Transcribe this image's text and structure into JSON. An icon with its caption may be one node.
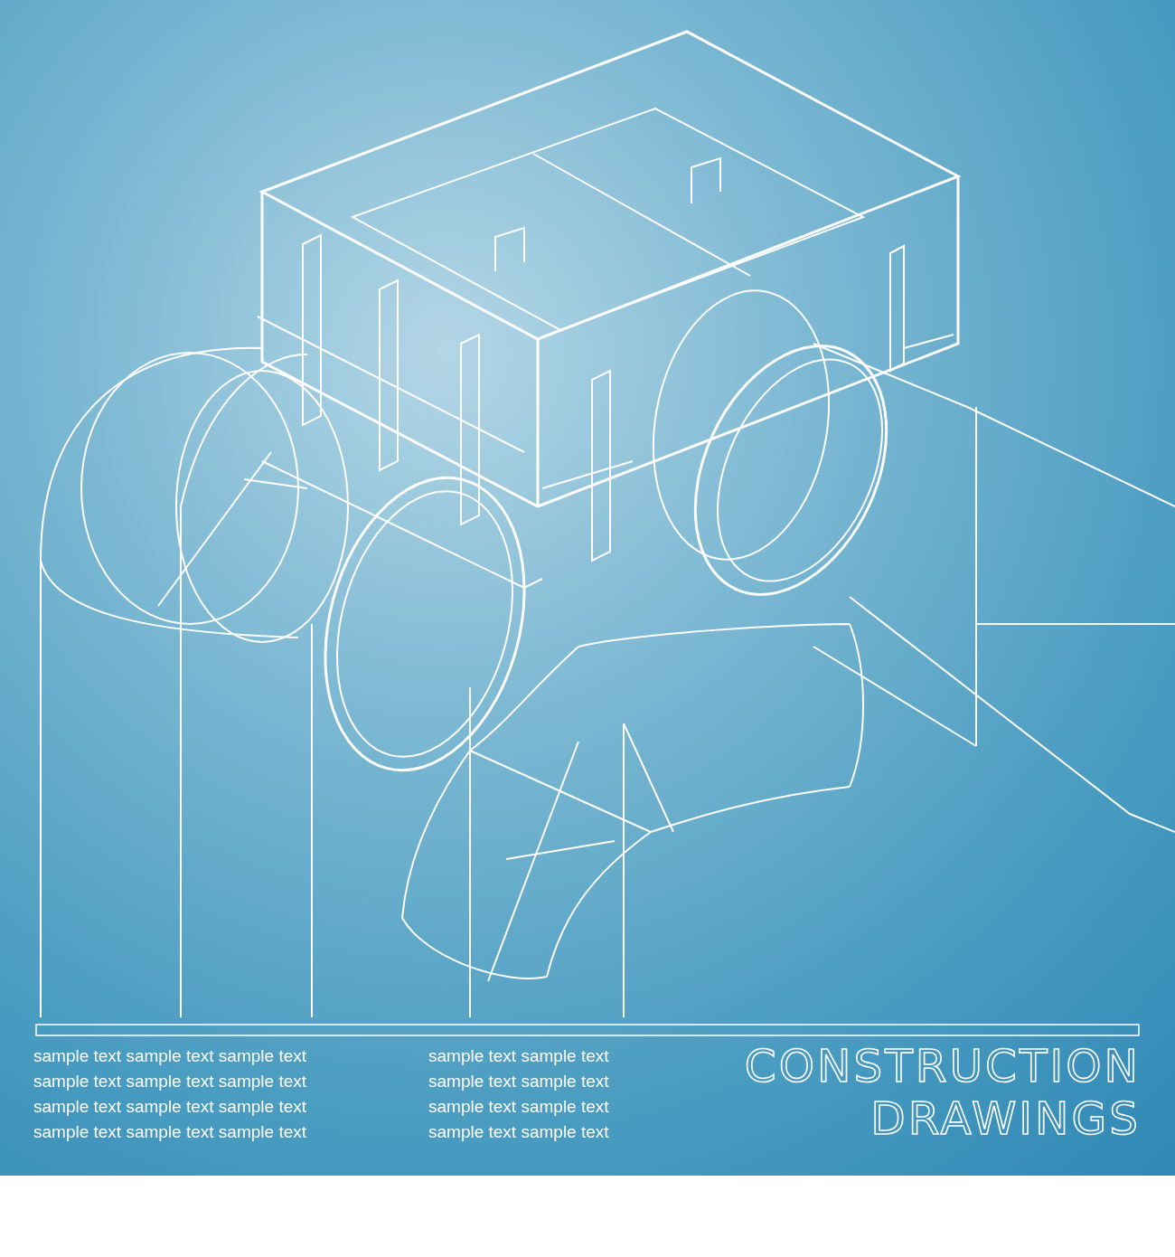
{
  "diagram": {
    "title": "CONSTRUCTION DRAWINGS",
    "labels": [
      "sample text sample text sample text",
      "sample text sample text sample text",
      "sample text sample text sample text",
      "sample text sample text sample text",
      "sample text sample text",
      "sample text sample text",
      "sample text sample text",
      "sample text sample text"
    ]
  }
}
